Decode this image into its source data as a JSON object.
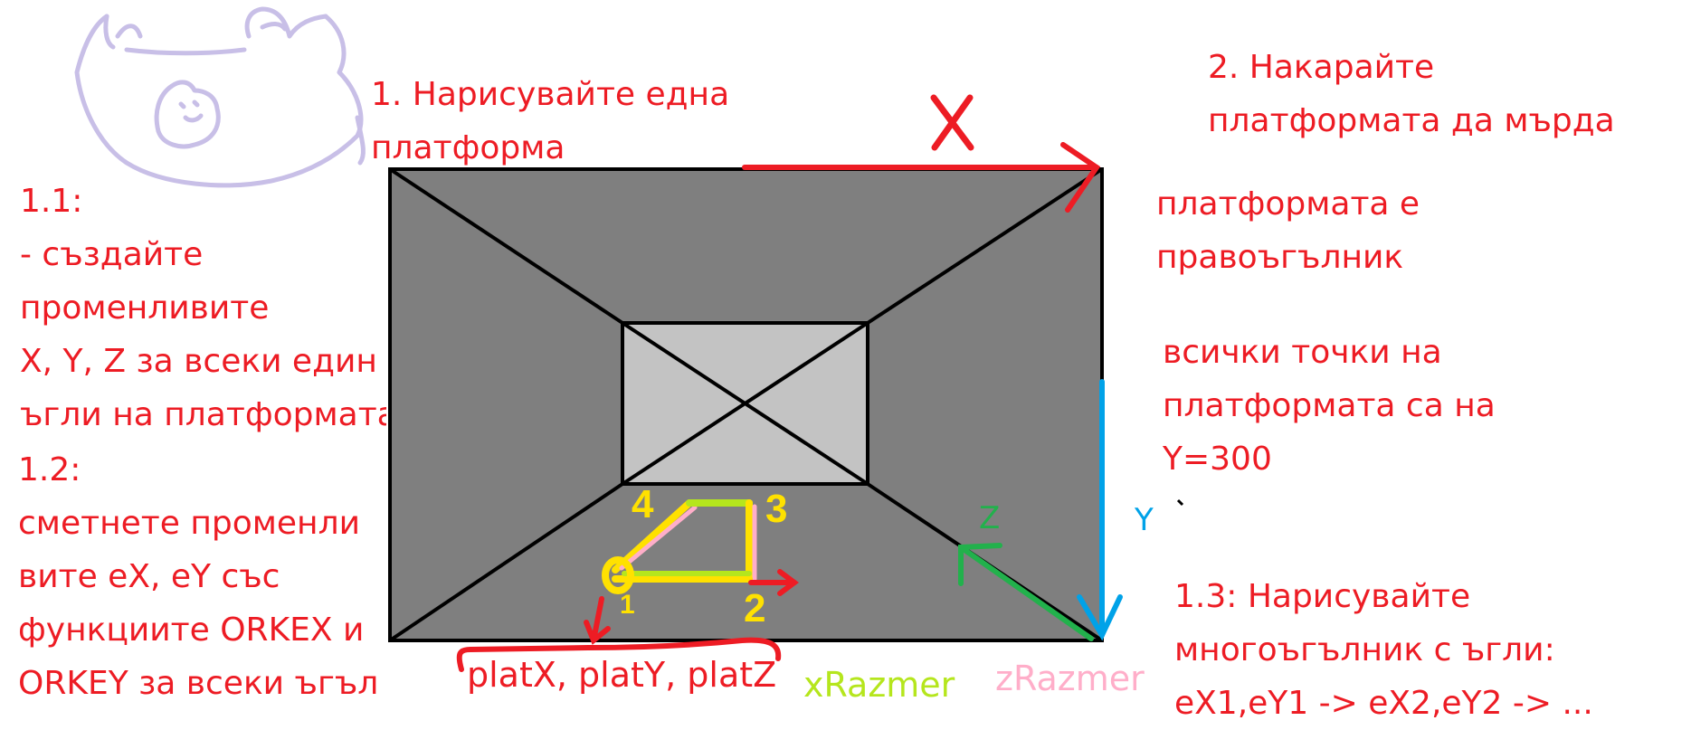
{
  "notes": {
    "step1_lines": [
      "1. Нарисувайте една",
      "платформа"
    ],
    "step1_1_lines": [
      "1.1:",
      "- създайте",
      "променливите",
      "X, Y, Z за всеки един",
      "ъгли на платформата"
    ],
    "step1_2_lines": [
      "1.2:",
      "сметнете променли",
      "вите eX, eY със",
      "функциите ORKEX и",
      "ORKEY за всеки ъгъл"
    ],
    "step2_lines": [
      "2. Накарайте",
      "платформата да мърда"
    ],
    "rect_lines": [
      "платформата е",
      "правоъгълник"
    ],
    "ypoints_lines": [
      "всички точки на",
      "платформата са на",
      "Y=300"
    ],
    "step1_3_lines": [
      "1.3: Нарисувайте",
      "многоъгълник с ъгли:",
      "eX1,eY1 -> eX2,eY2 -> ..."
    ]
  },
  "axes": {
    "x": "X",
    "y": "Y",
    "z": "Z"
  },
  "labels": {
    "plat_vars": "platX, platY, platZ",
    "x_razmer": "xRazmer",
    "z_razmer": "zRazmer"
  },
  "corners": [
    "0",
    "1",
    "2",
    "3",
    "4"
  ],
  "colors": {
    "red": "#ed1c24",
    "blue": "#00a2e8",
    "green": "#22b14c",
    "yellow": "#ffe100",
    "lime": "#b5e61d",
    "pink": "#ffaec9",
    "lavender": "#c8bfe7",
    "platform_gray": "#7f7f7f",
    "inner_gray": "#c3c3c3"
  }
}
